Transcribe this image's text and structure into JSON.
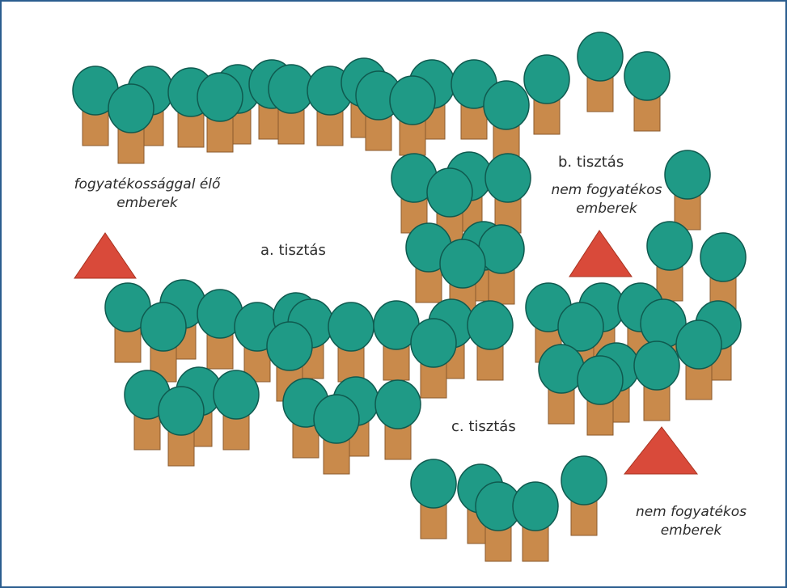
{
  "labels": {
    "clearing_a": "a. tisztás",
    "clearing_b": "b. tisztás",
    "clearing_c": "c. tisztás",
    "group_left_line1": "fogyatékossággal élő",
    "group_left_line2": "emberek",
    "group_b_line1": "nem fogyatékos",
    "group_b_line2": "emberek",
    "group_c_line1": "nem fogyatékos",
    "group_c_line2": "emberek"
  },
  "colors": {
    "frame": "#2a5d8f",
    "crown": "#1f9a86",
    "trunk": "#c98a4b",
    "triangle": "#d94a3a"
  }
}
